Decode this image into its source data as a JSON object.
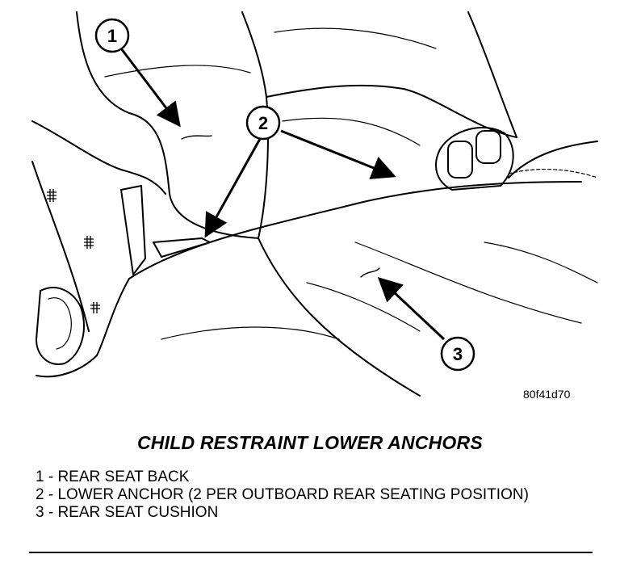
{
  "figure_code": "80f41d70",
  "callouts": {
    "c1": "1",
    "c2": "2",
    "c3": "3"
  },
  "title": "CHILD RESTRAINT LOWER ANCHORS",
  "legend": [
    {
      "text": "1 - REAR SEAT BACK"
    },
    {
      "text": "2 - LOWER ANCHOR (2 PER OUTBOARD REAR SEATING POSITION)"
    },
    {
      "text": "3 - REAR SEAT CUSHION"
    }
  ]
}
